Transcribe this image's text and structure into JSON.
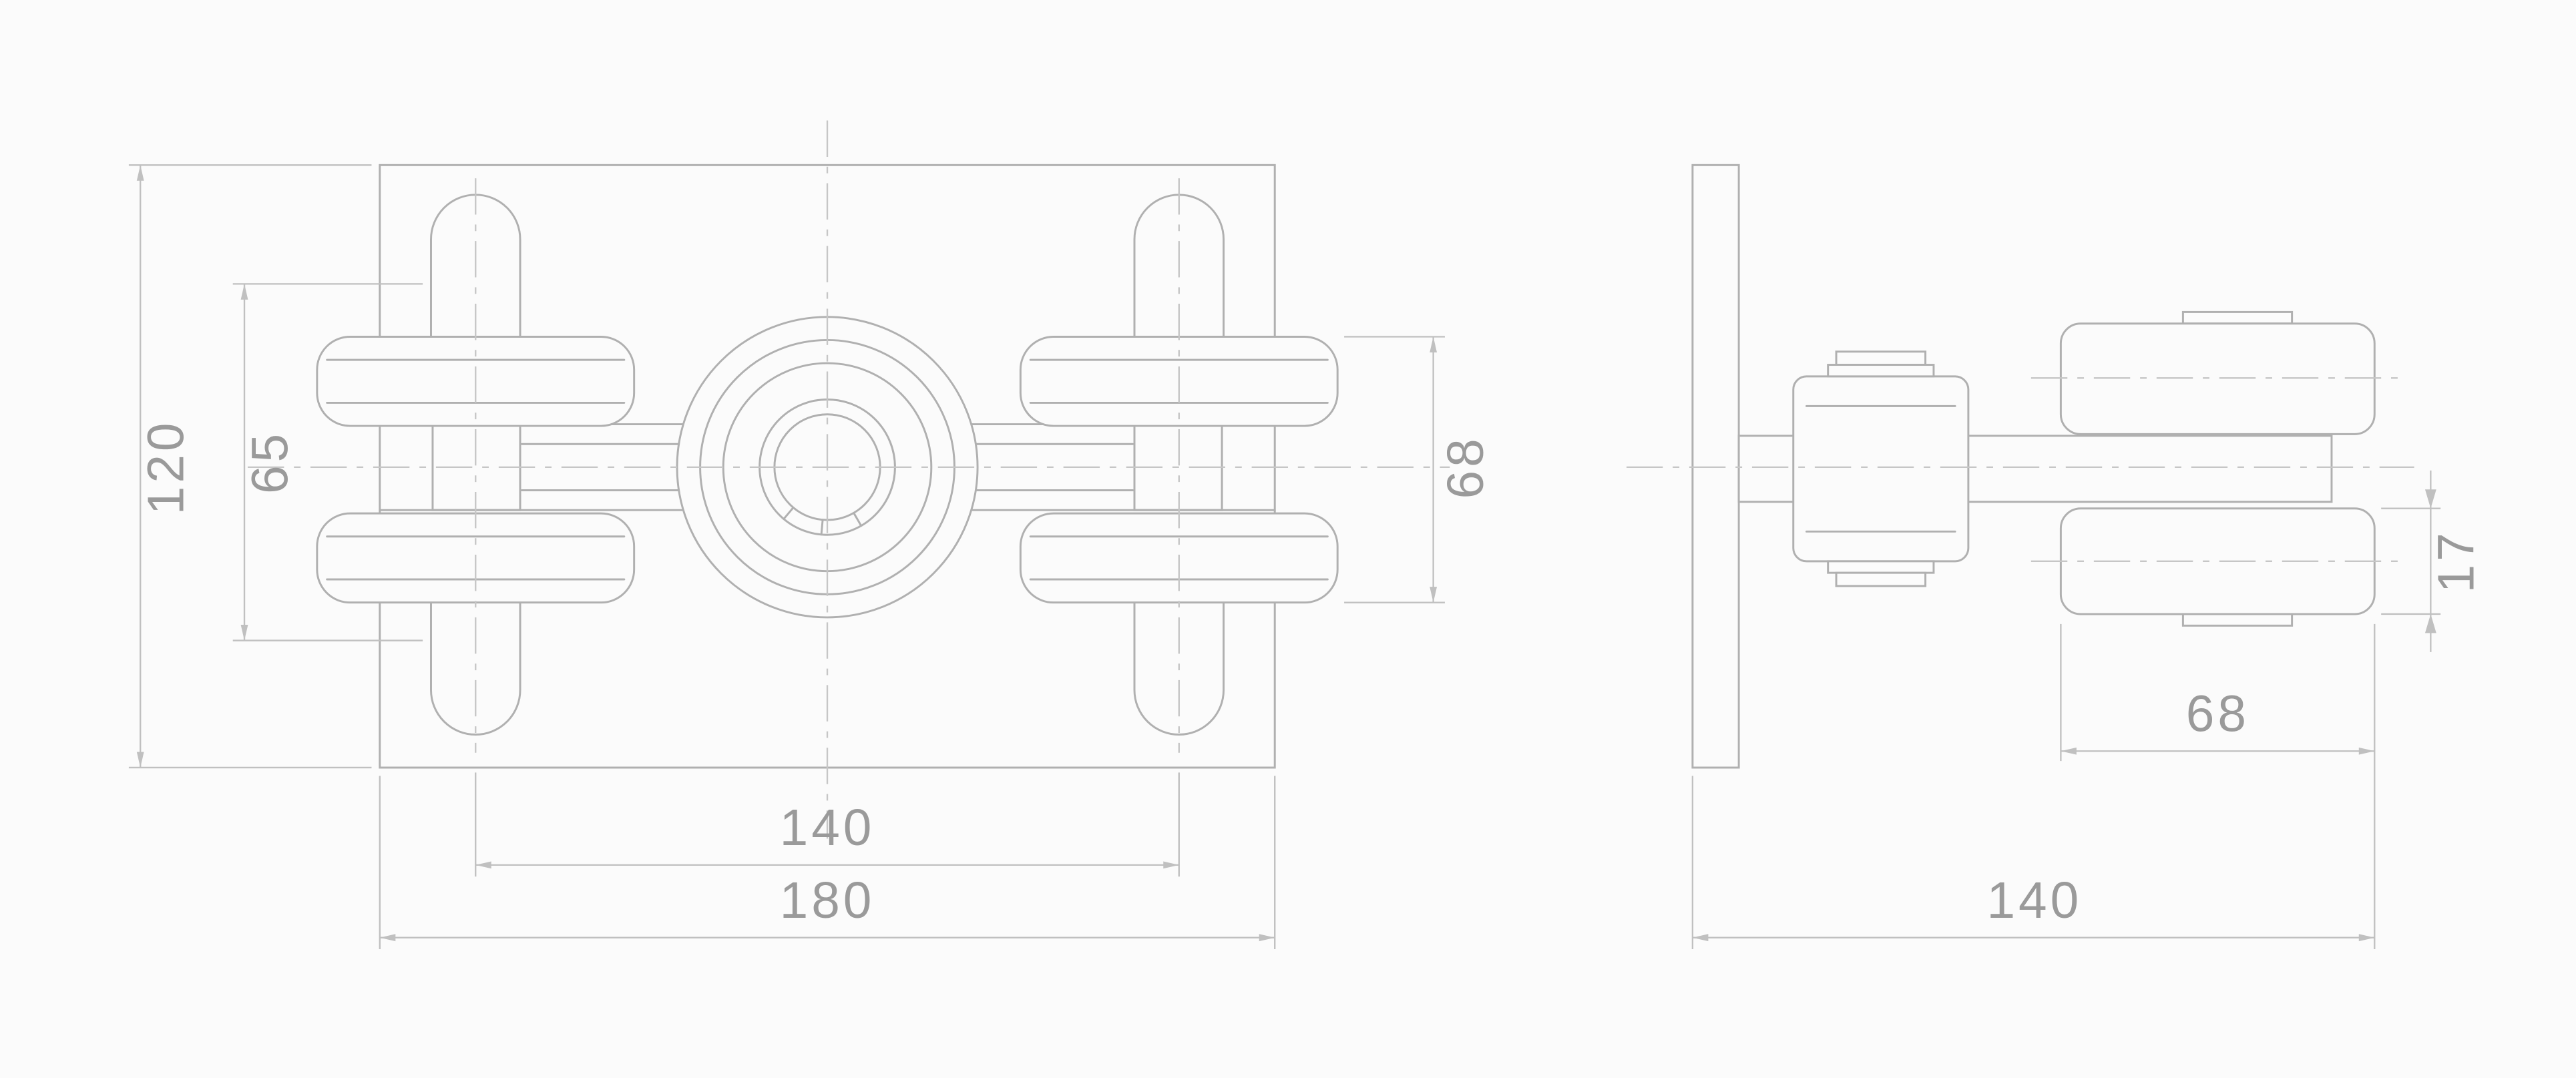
{
  "drawing": {
    "front_view": {
      "dim_plate_height": "120",
      "dim_inner_height": "65",
      "dim_wheel_span": "68",
      "dim_wheel_centers": "140",
      "dim_plate_width": "180"
    },
    "side_view": {
      "dim_wheel_thickness": "17",
      "dim_wheel_width": "68",
      "dim_overall_depth": "140"
    },
    "colors": {
      "background": "#fbfbfb",
      "object_line": "#b0b0b0",
      "dimension_line": "#c0c0c0",
      "centerline": "#c6c6c6",
      "label_text": "#9a9a9a"
    }
  }
}
